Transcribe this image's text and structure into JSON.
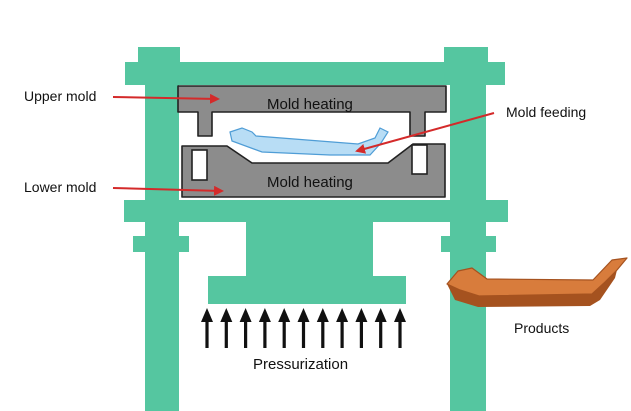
{
  "labels": {
    "upper_mold": "Upper mold",
    "lower_mold": "Lower mold",
    "mold_feeding": "Mold feeding",
    "upper_heating": "Mold heating",
    "lower_heating": "Mold heating",
    "products": "Products",
    "pressurization": "Pressurization"
  },
  "colors": {
    "frame": "#55c6a0",
    "mold": "#8c8c8c",
    "mold_outline": "#222222",
    "feed": "#b8ddf5",
    "feed_outline": "#4f9dd6",
    "arrow": "#d42a2a",
    "product": "#d87c3c",
    "product_outline": "#a5521f",
    "press_arrow": "#111111"
  },
  "pressure_arrow_count": 11
}
